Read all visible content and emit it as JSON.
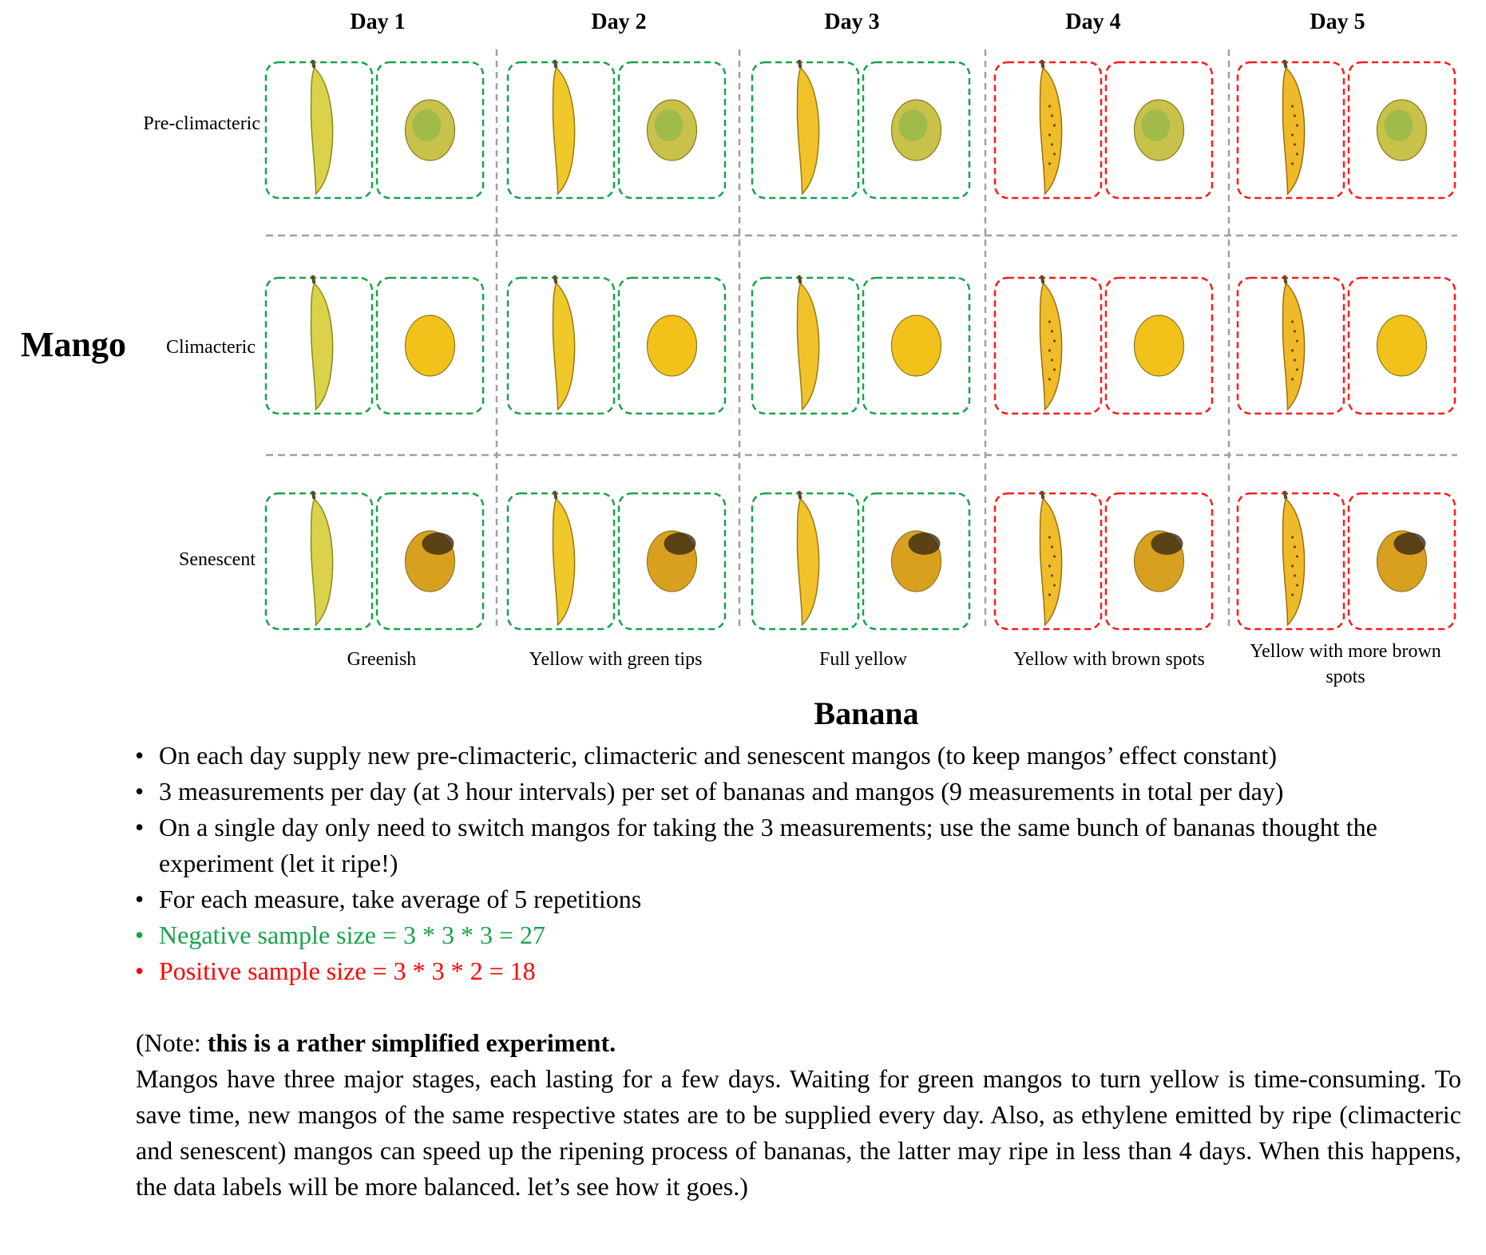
{
  "days": [
    "Day 1",
    "Day 2",
    "Day 3",
    "Day 4",
    "Day 5"
  ],
  "mango_axis_label": "Mango",
  "mango_stages": [
    "Pre-climacteric",
    "Climacteric",
    "Senescent"
  ],
  "banana_axis_label": "Banana",
  "banana_stages": [
    "Greenish",
    "Yellow with green tips",
    "Full yellow",
    "Yellow with brown spots",
    "Yellow with more brown spots"
  ],
  "box_status_by_day": [
    "negative",
    "negative",
    "negative",
    "positive",
    "positive"
  ],
  "colors": {
    "negative": "#18a34a",
    "positive": "#ff1a1a",
    "separator": "#a0a0a0"
  },
  "bullets": [
    "On each day supply new pre-climacteric, climacteric and senescent mangos (to keep mangos’ effect constant)",
    "3 measurements per day (at 3 hour intervals) per set of bananas and mangos (9 measurements in total per day)",
    "On a single day only need to switch mangos for taking the 3 measurements; use the same bunch of bananas thought the experiment (let it ripe!)",
    "For each measure, take average of 5 repetitions",
    "Negative sample size = 3 * 3 * 3 = 27",
    "Positive sample size = 3 * 3 * 2 = 18"
  ],
  "note": {
    "prefix": "(Note: ",
    "bold": "this is a rather simplified experiment.",
    "body": "Mangos have three major stages, each lasting for a few days. Waiting for green mangos to turn yellow is time-consuming. To save time, new mangos of the same respective states are to be supplied every day. Also, as ethylene emitted by ripe (climacteric and senescent) mangos can speed up the ripening process of bananas, the latter may ripe in less than 4 days. When this happens, the data labels will be more balanced. let’s see how it goes.)"
  }
}
